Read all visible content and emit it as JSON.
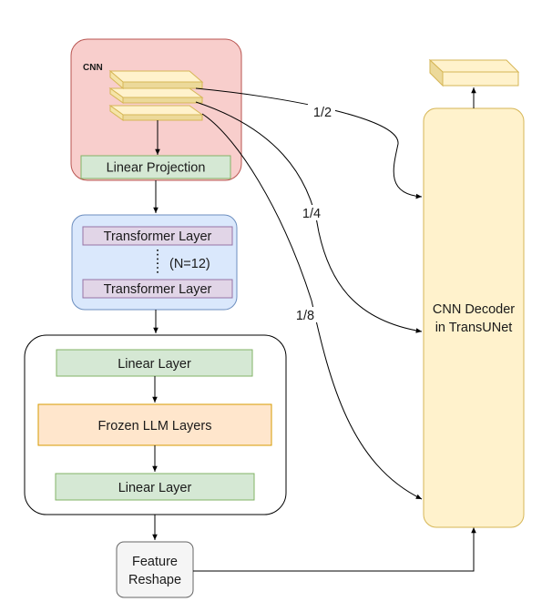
{
  "title": "",
  "encoder": {
    "cnn_label": "CNN",
    "linear_projection": "Linear Projection"
  },
  "transformer": {
    "layer_top": "Transformer Layer",
    "repeat_note": "(N=12)",
    "layer_bottom": "Transformer Layer"
  },
  "llm_block": {
    "linear_top": "Linear Layer",
    "frozen": "Frozen LLM Layers",
    "linear_bottom": "Linear Layer"
  },
  "feature_reshape": {
    "line1": "Feature",
    "line2": "Reshape"
  },
  "decoder": {
    "line1": "CNN Decoder",
    "line2": "in TransUNet"
  },
  "skip_connections": [
    {
      "label": "1/2"
    },
    {
      "label": "1/4"
    },
    {
      "label": "1/8"
    }
  ],
  "colors": {
    "cnn_fill": "#f8cecc",
    "cnn_stroke": "#b85450",
    "green_fill": "#d5e8d4",
    "green_stroke": "#82b366",
    "purple_fill": "#e1d5e7",
    "purple_stroke": "#9673a6",
    "blue_fill": "#dae8fc",
    "blue_stroke": "#6c8ebf",
    "orange_fill": "#ffe6cc",
    "orange_stroke": "#d79b00",
    "yellow_fill": "#fff2cc",
    "yellow_stroke": "#d6b656",
    "gray_fill": "#f5f5f5",
    "gray_stroke": "#666666"
  }
}
